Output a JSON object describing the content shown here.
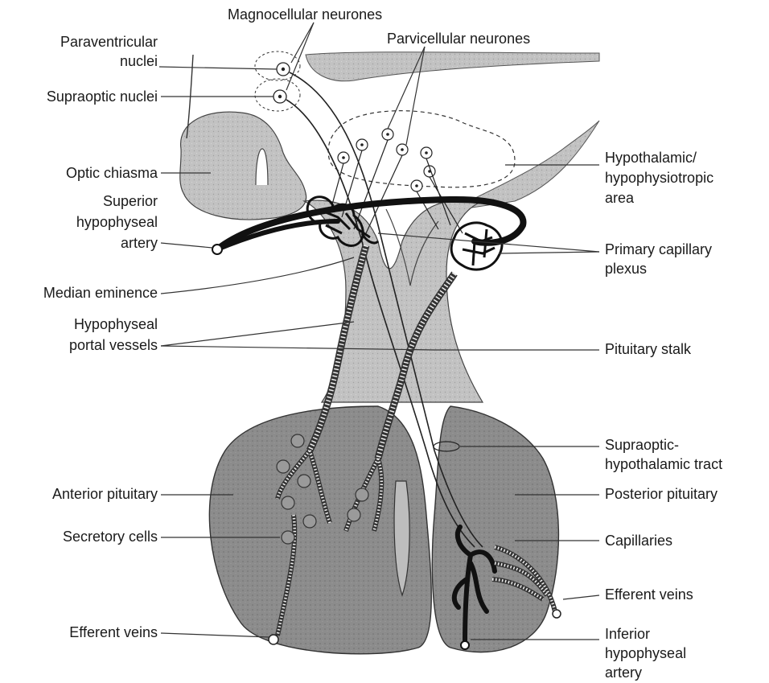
{
  "labels": {
    "magnocellular": "Magnocellular neurones",
    "parvicellular": "Parvicellular neurones",
    "paraventricular_1": "Paraventricular",
    "paraventricular_2": "nuclei",
    "supraoptic_nuclei": "Supraoptic nuclei",
    "optic_chiasma": "Optic chiasma",
    "superior_artery_1": "Superior",
    "superior_artery_2": "hypophyseal",
    "superior_artery_3": "artery",
    "median_eminence": "Median eminence",
    "portal_vessels_1": "Hypophyseal",
    "portal_vessels_2": "portal vessels",
    "anterior_pituitary": "Anterior pituitary",
    "secretory_cells": "Secretory cells",
    "efferent_veins_left": "Efferent veins",
    "hypothalamic_1": "Hypothalamic/",
    "hypothalamic_2": "hypophysiotropic",
    "hypothalamic_3": "area",
    "primary_plexus_1": "Primary capillary",
    "primary_plexus_2": "plexus",
    "pituitary_stalk": "Pituitary stalk",
    "supraoptic_tract_1": "Supraoptic-",
    "supraoptic_tract_2": "hypothalamic tract",
    "posterior_pituitary": "Posterior pituitary",
    "capillaries": "Capillaries",
    "efferent_veins_right": "Efferent veins",
    "inferior_artery_1": "Inferior",
    "inferior_artery_2": "hypophyseal",
    "inferior_artery_3": "artery"
  },
  "colors": {
    "tissue": "#bdbdbd",
    "tissue_dark": "#8a8a8a",
    "outline": "#2a2a2a",
    "artery": "#1a1a1a",
    "leader": "#333333"
  }
}
